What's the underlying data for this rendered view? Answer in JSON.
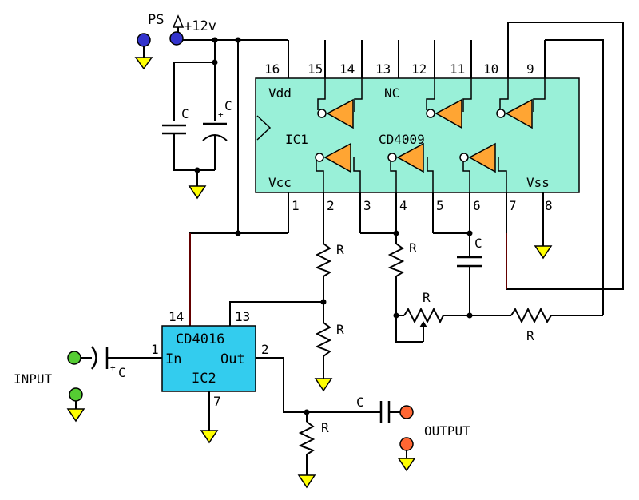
{
  "colors": {
    "ic1_fill": "#99f0d8",
    "ic2_fill": "#33ccee",
    "buffer_fill": "#ffa533",
    "ground_fill": "#ffff00",
    "ps_terminal": "#3333cc",
    "input_terminal": "#55cc33",
    "output_terminal": "#ff6633"
  },
  "labels": {
    "ps": "PS",
    "supply": "+12v",
    "input": "INPUT",
    "output": "OUTPUT",
    "cap": "C",
    "cap_polarity": "+",
    "resistor": "R"
  },
  "ic1": {
    "name": "IC1",
    "part": "CD4009",
    "vdd": "Vdd",
    "nc": "NC",
    "vcc": "Vcc",
    "vss": "Vss",
    "top_pins": [
      "16",
      "15",
      "14",
      "13",
      "12",
      "11",
      "10",
      "9"
    ],
    "bottom_pins": [
      "1",
      "2",
      "3",
      "4",
      "5",
      "6",
      "7",
      "8"
    ]
  },
  "ic2": {
    "name": "IC2",
    "part": "CD4016",
    "in": "In",
    "out": "Out",
    "pins": {
      "p1": "1",
      "p2": "2",
      "p7": "7",
      "p13": "13",
      "p14": "14"
    }
  }
}
